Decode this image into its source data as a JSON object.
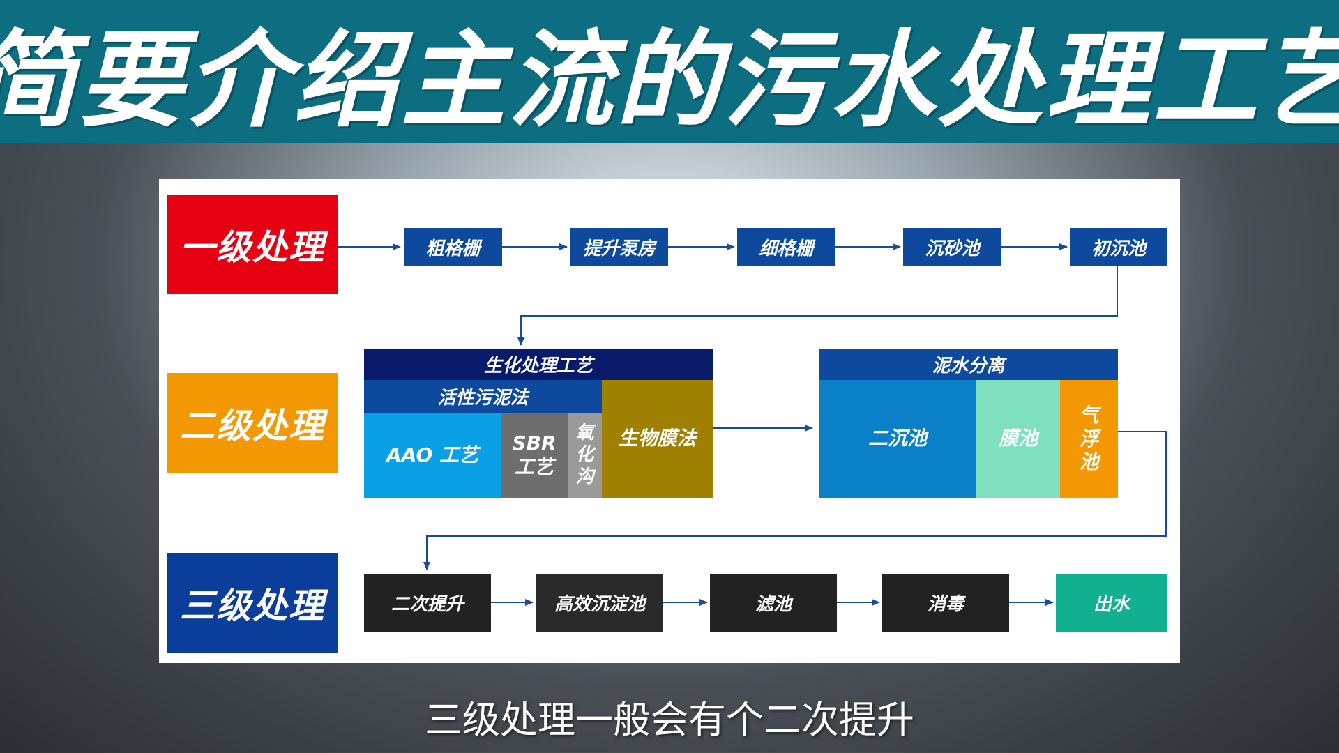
{
  "title": "简要介绍主流的污水处理工艺",
  "levels": {
    "primary": "一级处理",
    "secondary": "二级处理",
    "tertiary": "三级处理"
  },
  "primary_steps": [
    "粗格栅",
    "提升泵房",
    "细格栅",
    "沉砂池",
    "初沉池"
  ],
  "secondary": {
    "biochem_header": "生化处理工艺",
    "activated_sludge_header": "活性污泥法",
    "aao": "AAO 工艺",
    "sbr_line1": "SBR",
    "sbr_line2": "工艺",
    "oxidation_ditch": [
      "氧",
      "化",
      "沟"
    ],
    "biofilm": "生物膜法",
    "separation_header": "泥水分离",
    "secondary_clarifier": "二沉池",
    "membrane_tank": "膜池",
    "flotation": [
      "气",
      "浮",
      "池"
    ]
  },
  "tertiary_steps": [
    "二次提升",
    "高效沉淀池",
    "滤池",
    "消毒",
    "出水"
  ],
  "caption": "三级处理一般会有个二次提升",
  "colors": {
    "title_bg": "#0d6e82",
    "primary_level": "#e60012",
    "secondary_level": "#f39800",
    "tertiary_level": "#0a3e9a",
    "step_blue": "#0d4a9e",
    "navy": "#0a1a6b",
    "activated": "#0d4a9e",
    "aao": "#0aa0e6",
    "sbr": "#6e6e6e",
    "ditch": "#9a9a9a",
    "biofilm": "#a08000",
    "clarifier": "#0a80c8",
    "membrane": "#7fe0c0",
    "flotation": "#f39800",
    "tertiary_step": "#222222",
    "outlet": "#10b090",
    "arrow": "#1a4a9a"
  }
}
